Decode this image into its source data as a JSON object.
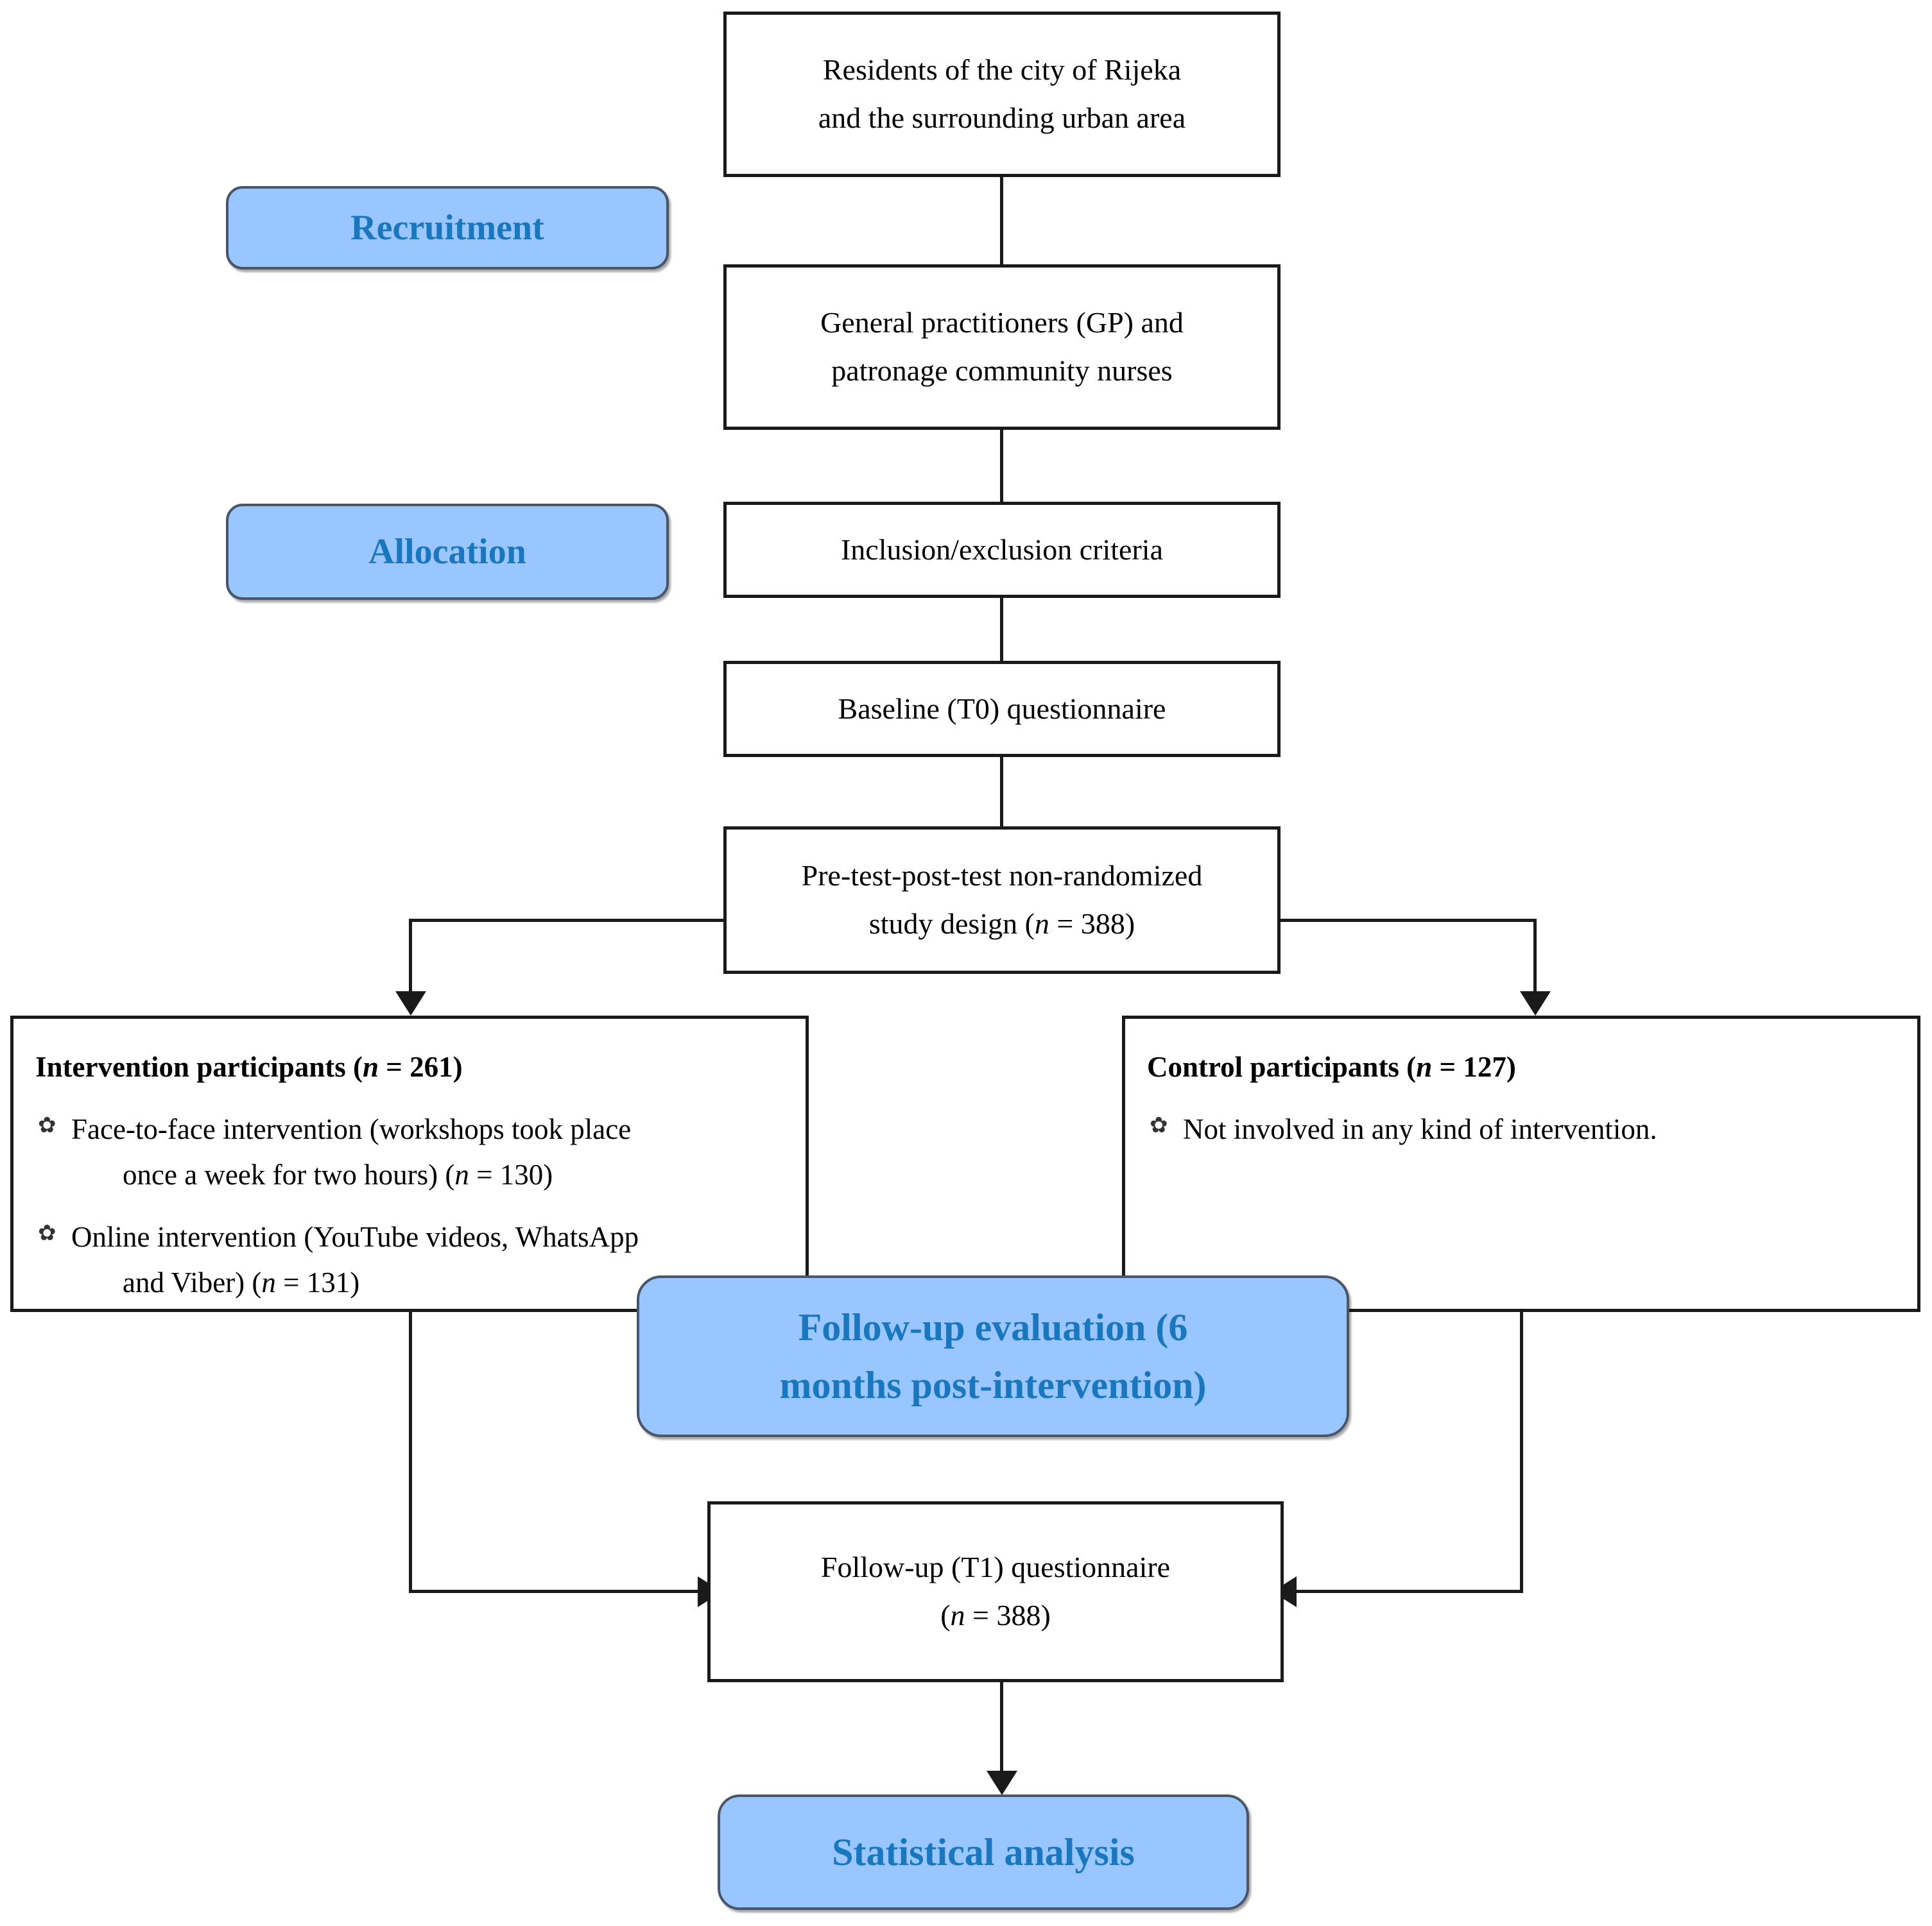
{
  "diagram": {
    "title": "Study flow diagram",
    "colors": {
      "stage_fill": "#99c6fe",
      "stage_text": "#1a76bd",
      "stage_border": "#4a5568",
      "box_border": "#1a1a1a",
      "box_fill": "#ffffff",
      "text": "#000000"
    },
    "stages": [
      {
        "id": "recruitment",
        "label": "Recruitment"
      },
      {
        "id": "allocation",
        "label": "Allocation"
      },
      {
        "id": "followup_evaluation",
        "label_line1": "Follow-up evaluation (6",
        "label_line2": "months post-intervention)"
      },
      {
        "id": "statistical_analysis",
        "label": "Statistical analysis"
      }
    ],
    "nodes": {
      "residents": {
        "line1": "Residents of the city of Rijeka",
        "line2": "and the surrounding urban area"
      },
      "providers": {
        "line1": "General practitioners (GP) and",
        "line2": "patronage community nurses"
      },
      "criteria": {
        "line1": "Inclusion/exclusion criteria"
      },
      "baseline": {
        "line1": "Baseline (T0) questionnaire"
      },
      "design": {
        "line1": "Pre-test-post-test non-randomized",
        "line2_pre": "study design (",
        "line2_italic": "n",
        "line2_post": " = 388)"
      },
      "intervention": {
        "heading_pre": "Intervention participants (",
        "heading_italic": "n",
        "heading_post": " = 261)",
        "items": [
          {
            "line1": "Face-to-face intervention (workshops took place",
            "line2_pre": "once a week for two hours) (",
            "line2_italic": "n",
            "line2_post": " = 130)"
          },
          {
            "line1": "Online intervention (YouTube videos, WhatsApp",
            "line2_pre": "and Viber) (",
            "line2_italic": "n",
            "line2_post": " = 131)"
          }
        ]
      },
      "control": {
        "heading_pre": "Control participants (",
        "heading_italic": "n",
        "heading_post": " = 127)",
        "items": [
          {
            "line1": "Not involved in any kind of intervention."
          }
        ]
      },
      "followup_questionnaire": {
        "line1": "Follow-up (T1) questionnaire",
        "line2_pre": "(",
        "line2_italic": "n",
        "line2_post": " = 388)"
      }
    },
    "bullet_glyph": "✿"
  }
}
